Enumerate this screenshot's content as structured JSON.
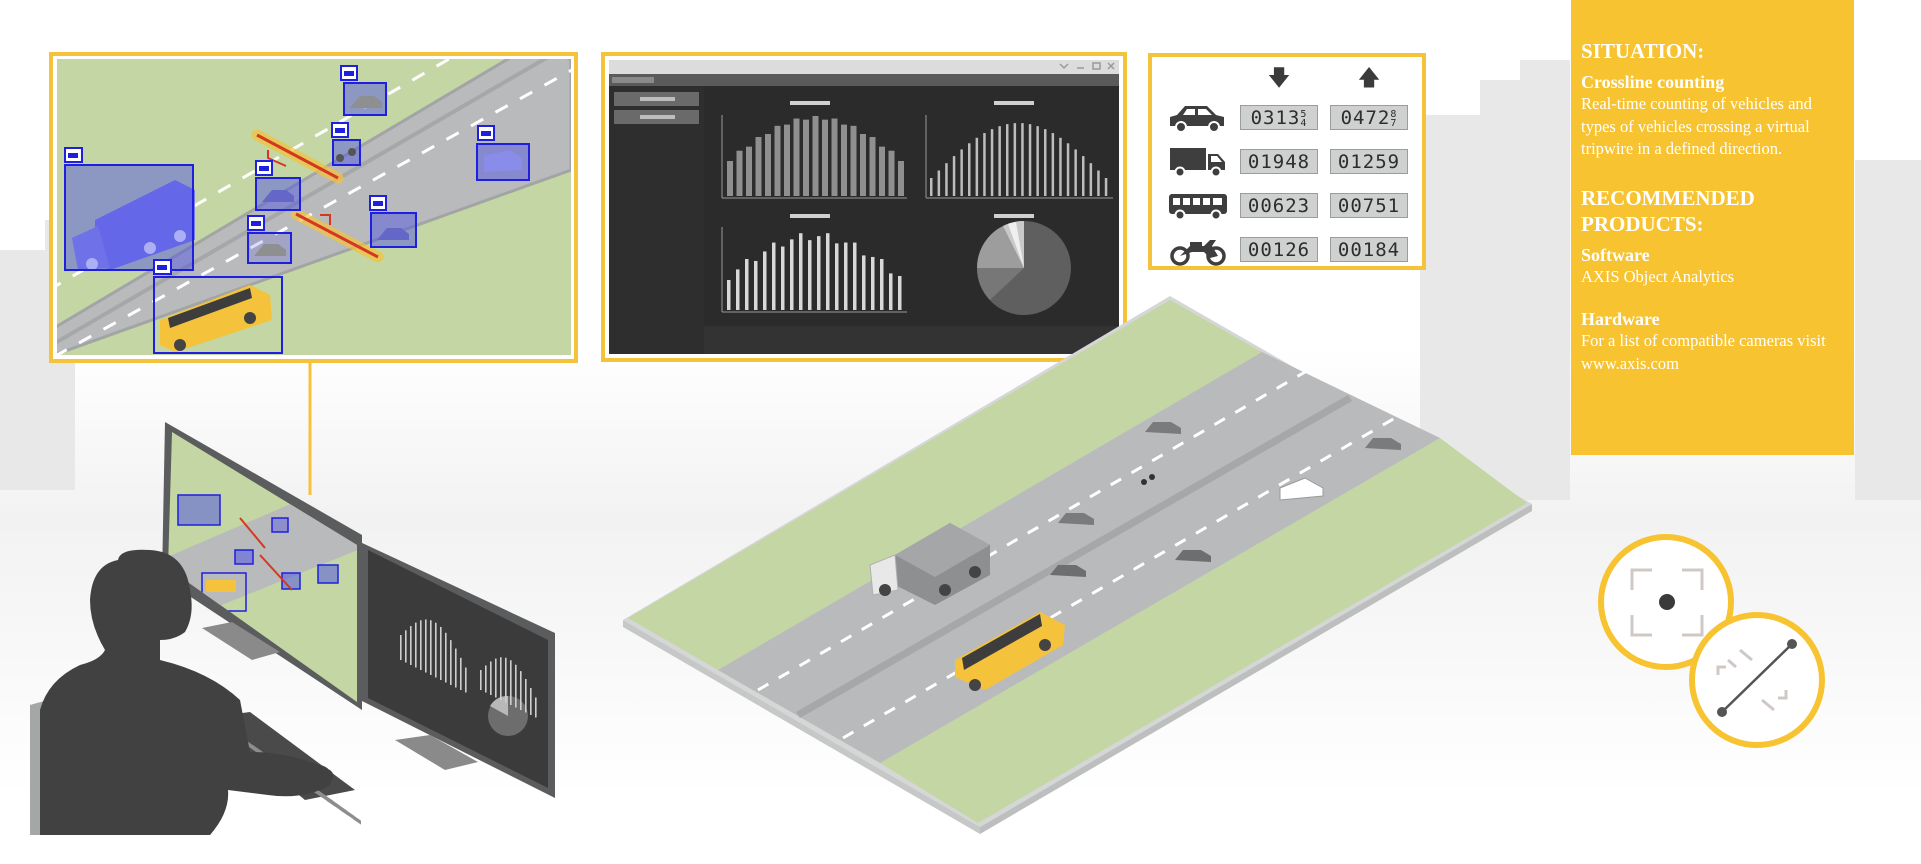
{
  "info": {
    "situation_heading": "SITUATION:",
    "situation_title": "Crossline counting",
    "situation_text": "Real-time counting of vehicles and types of vehicles crossing a virtual tripwire in a defined direction.",
    "products_heading": "RECOMMENDED PRODUCTS:",
    "software_label": "Software",
    "software_value": "AXIS Object Analytics",
    "hardware_label": "Hardware",
    "hardware_text": "For a list of compatible cameras visit www.axis.com"
  },
  "counter": {
    "direction_icons": [
      "arrow-down-icon",
      "arrow-up-icon"
    ],
    "rows": [
      {
        "vehicle": "car-icon",
        "in": "0313",
        "in_roll": "5 4",
        "out": "0472",
        "out_roll": "8 7"
      },
      {
        "vehicle": "truck-icon",
        "in": "01948",
        "out": "01259"
      },
      {
        "vehicle": "bus-icon",
        "in": "00623",
        "out": "00751"
      },
      {
        "vehicle": "motorcycle-icon",
        "in": "00126",
        "out": "00184"
      }
    ]
  },
  "colors": {
    "brand_yellow": "#f7c331",
    "frame_yellow": "#f5c33b",
    "detection_blue": "#1f1fe0",
    "road_gray": "#b9babb",
    "grass_green": "#c3d6a3",
    "dark_ui": "#2c2c2c",
    "tripwire_red": "#d6371f"
  }
}
